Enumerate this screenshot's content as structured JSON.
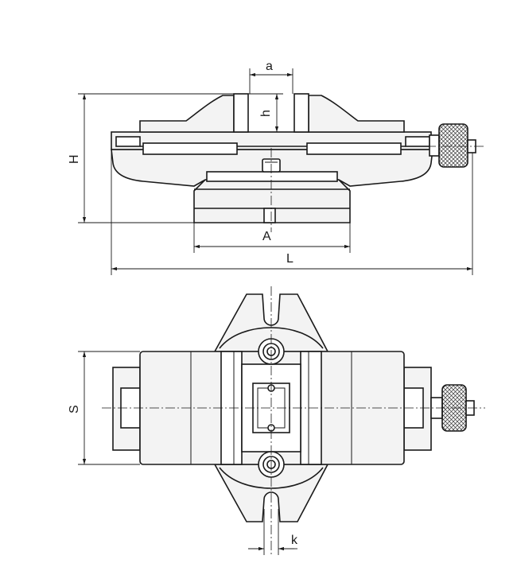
{
  "labels": {
    "a": "a",
    "h": "h",
    "H": "H",
    "A": "A",
    "L": "L",
    "S": "S",
    "k": "k"
  }
}
